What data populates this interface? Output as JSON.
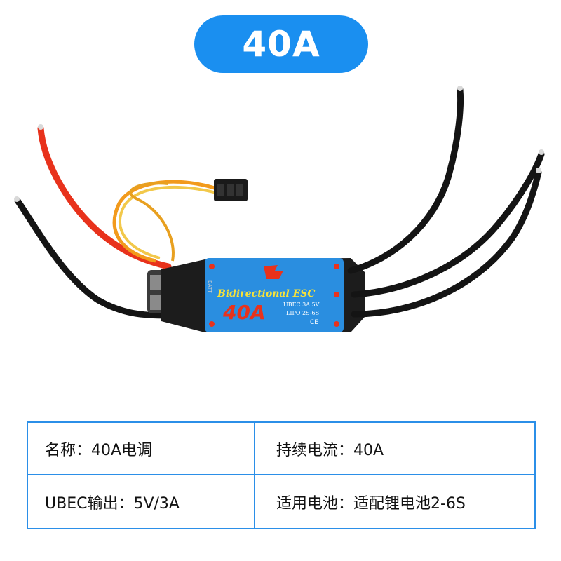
{
  "badge": {
    "title": "40A"
  },
  "product": {
    "name_text": "Bidirectional ESC",
    "amp_text": "40A",
    "spec_line1": "UBEC  3A  5V",
    "spec_line2": "LIPO  2S-6S",
    "side_text": "BATT",
    "ce_mark": "CE",
    "colors": {
      "body": "#1c1c1c",
      "label": "#2a8ee0",
      "red_wire": "#e8321c",
      "black_wire": "#141414",
      "orange_wire": "#f29a1c",
      "yellow_wire": "#f2c84a"
    }
  },
  "specs": {
    "name": "名称：40A电调",
    "current": "持续电流：40A",
    "ubec": "UBEC输出：5V/3A",
    "battery": "适用电池：适配锂电池2-6S"
  },
  "colors": {
    "accent": "#1a8ff0",
    "table_border": "#2b8fe8"
  }
}
